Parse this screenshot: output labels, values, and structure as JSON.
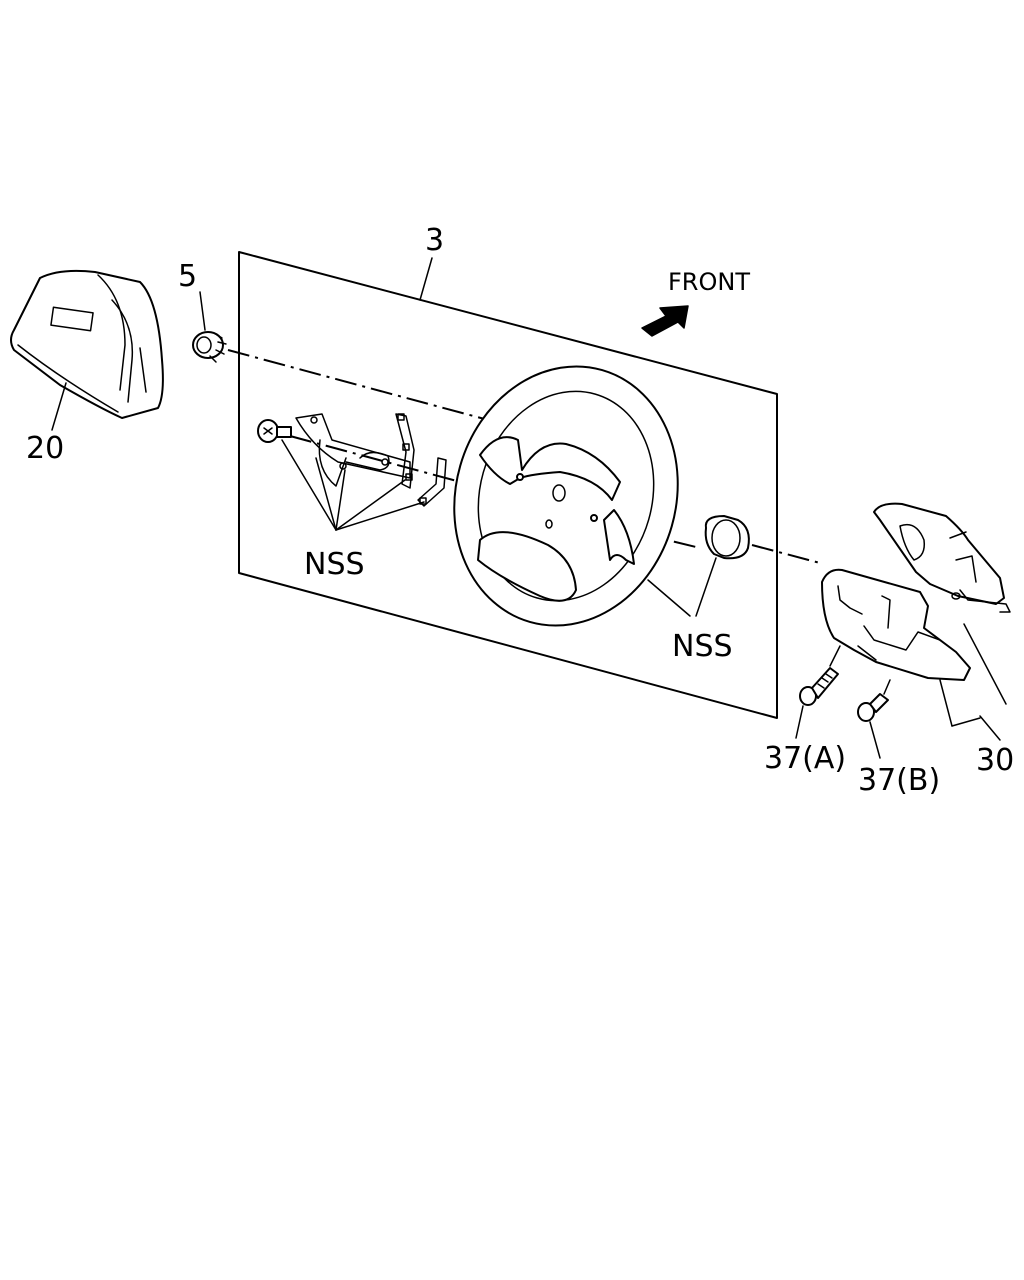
{
  "labels": {
    "part_3": "3",
    "part_5": "5",
    "part_20": "20",
    "part_30": "30",
    "part_37a": "37(A)",
    "part_37b": "37(B)",
    "nss_left": "NSS",
    "nss_right": "NSS",
    "front": "FRONT"
  },
  "icons": {
    "front_arrow": "front-direction-arrow-icon"
  },
  "colors": {
    "line": "#000000",
    "background": "#ffffff"
  }
}
